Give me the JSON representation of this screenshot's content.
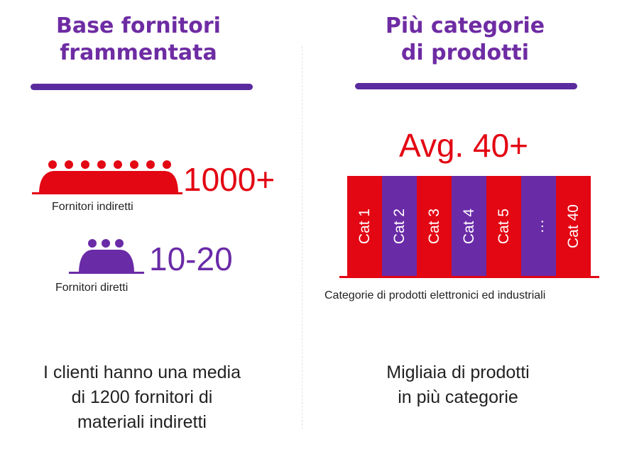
{
  "left": {
    "title_line1": "Base fornitori",
    "title_line2": "frammentata",
    "indirect_count": "1000+",
    "indirect_label": "Fornitori indiretti",
    "direct_count": "10-20",
    "direct_label": "Fornitori diretti",
    "body_line1": "I clienti hanno una media",
    "body_line2": "di 1200 fornitori di",
    "body_line3": "materiali indiretti"
  },
  "right": {
    "title_line1": "Più categorie",
    "title_line2": "di prodotti",
    "avg_label": "Avg. 40+",
    "categories": [
      "Cat 1",
      "Cat 2",
      "Cat 3",
      "Cat 4",
      "Cat 5",
      "…",
      "Cat 40"
    ],
    "caption": "Categorie di prodotti elettronici ed industriali",
    "body_line1": "Migliaia di prodotti",
    "body_line2": "in più categorie"
  },
  "colors": {
    "red": "#e30613",
    "purple": "#6a2ba7",
    "title_purple": "#6e2ca3",
    "underline": "#5a2b9e"
  },
  "icons": {
    "indirect": "people-group-icon",
    "direct": "people-group-icon"
  }
}
